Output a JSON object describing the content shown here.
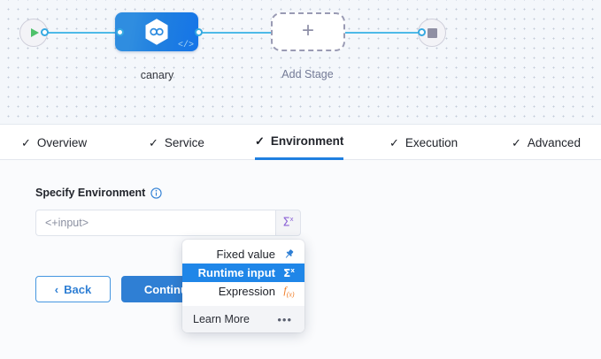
{
  "canvas": {
    "start_node": {
      "icon": "play-icon",
      "name": "start-node"
    },
    "end_node": {
      "icon": "stop-icon",
      "name": "end-node"
    },
    "stage": {
      "label": "canary",
      "badge_icon": "infinity-hexagon-icon",
      "code_glyph": "</>"
    },
    "add_stage": {
      "label": "Add Stage",
      "plus": "+"
    }
  },
  "tabs": [
    {
      "label": "Overview",
      "check": "✓",
      "active": false
    },
    {
      "label": "Service",
      "check": "✓",
      "active": false
    },
    {
      "label": "Environment",
      "check": "✓",
      "active": true
    },
    {
      "label": "Execution",
      "check": "✓",
      "active": false
    },
    {
      "label": "Advanced",
      "check": "✓",
      "active": false
    }
  ],
  "form": {
    "field_label": "Specify Environment",
    "info_icon": "info-icon",
    "input_value": "<+input>",
    "input_placeholder": "<+input>",
    "sigma_button": "Σ",
    "sigma_sup": "x",
    "back_label": "Back",
    "back_chevron": "‹",
    "continue_label": "Continue"
  },
  "dropdown": {
    "items": [
      {
        "label": "Fixed value",
        "icon": "pin-icon",
        "glyph": "✓",
        "selected": false
      },
      {
        "label": "Runtime input",
        "icon": "sigma-icon",
        "glyph": "Σ",
        "selected": true
      },
      {
        "label": "Expression",
        "icon": "fx-icon",
        "glyph": "f",
        "selected": false
      }
    ],
    "footer_label": "Learn More",
    "footer_icon": "more-dots-icon",
    "footer_dots": "•••"
  },
  "colors": {
    "accent_blue": "#1f7fe0",
    "selected_blue": "#1f86e8",
    "sigma_purple": "#8c63d6",
    "fx_orange": "#f07b24",
    "start_green": "#4ec16a",
    "edge_blue": "#4eb9e8",
    "canvas_bg": "#f4f7fb"
  }
}
